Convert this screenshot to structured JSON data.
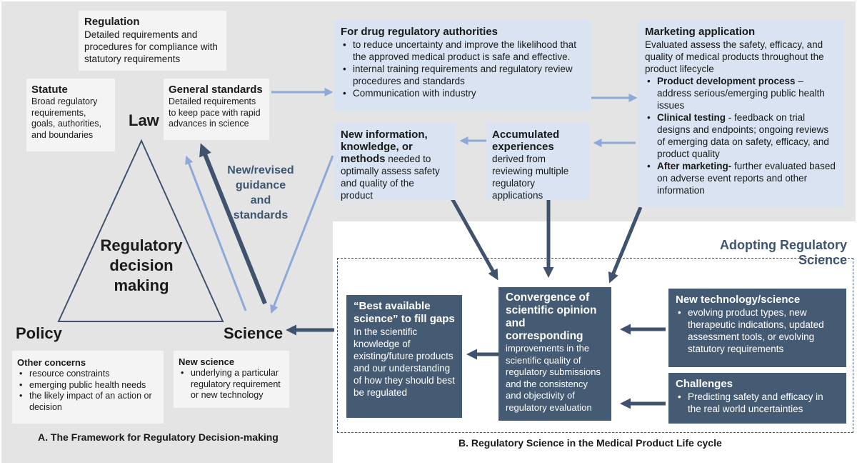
{
  "panel_a": {
    "caption": "A. The Framework for Regulatory Decision-making",
    "regulation": {
      "title": "Regulation",
      "text": "Detailed requirements and procedures for compliance with statutory requirements"
    },
    "statute": {
      "title": "Statute",
      "text": "Broad regulatory requirements, goals, authorities, and boundaries"
    },
    "general_standards": {
      "title": "General standards",
      "text": "Detailed requirements to keep pace with rapid advances in science"
    },
    "vertex_law": "Law",
    "vertex_policy": "Policy",
    "vertex_science": "Science",
    "center": "Regulatory decision making",
    "guidance_label": "New/revised guidance and standards",
    "other_concerns": {
      "title": "Other concerns",
      "items": [
        "resource constraints",
        "emerging public health needs",
        "the likely impact of an action or decision"
      ]
    },
    "new_science": {
      "title": "New science",
      "items": [
        "underlying a particular regulatory requirement or new technology"
      ]
    }
  },
  "top": {
    "authorities": {
      "title": "For drug regulatory authorities",
      "items": [
        "to reduce uncertainty and improve the likelihood that the approved medical product is safe and effective.",
        "internal training requirements and regulatory review procedures and standards",
        "Communication with industry"
      ]
    },
    "new_info": {
      "title": "New information, knowledge, or methods",
      "suffix": "needed to optimally assess safety and quality of the product"
    },
    "accumulated": {
      "title": "Accumulated experiences",
      "suffix": "derived from reviewing multiple regulatory applications"
    },
    "marketing": {
      "title": "Marketing application",
      "text": "Evaluated assess the safety, efficacy, and quality of medical products throughout the product lifecycle",
      "items": [
        {
          "bold": "Product development process",
          "text": " – address serious/emerging public health  issues"
        },
        {
          "bold": "Clinical testing",
          "text": "  - feedback on trial designs and endpoints; ongoing reviews of emerging data on safety, efficacy, and product quality"
        },
        {
          "bold": "After marketing-",
          "text": " further evaluated based on adverse event reports and other information"
        }
      ]
    }
  },
  "panel_b": {
    "heading": "Adopting Regulatory Science",
    "caption": "B. Regulatory Science in the Medical Product Life cycle",
    "best": {
      "title": "“Best available science” to fill gaps",
      "text": "In the scientific knowledge of existing/future products and our understanding of how they should best be regulated"
    },
    "convergence": {
      "title": "Convergence of scientific opinion and corresponding",
      "text": "improvements in the scientific quality of regulatory submissions and the consistency and objectivity of regulatory evaluation"
    },
    "new_tech": {
      "title": "New technology/science",
      "items": [
        "evolving product types, new therapeutic indications, updated assessment tools, or evolving statutory requirements"
      ]
    },
    "challenges": {
      "title": "Challenges",
      "items": [
        "Predicting safety and efficacy in the real world uncertainties"
      ]
    }
  },
  "colors": {
    "panel_gray": "#e4e4e4",
    "light_box": "#f4f4f4",
    "blue_box": "#d9e3f1",
    "dark_box": "#455a73",
    "light_arrow": "#8ea9d8",
    "dark_arrow": "#3f536d",
    "heading_text": "#3d5570"
  }
}
